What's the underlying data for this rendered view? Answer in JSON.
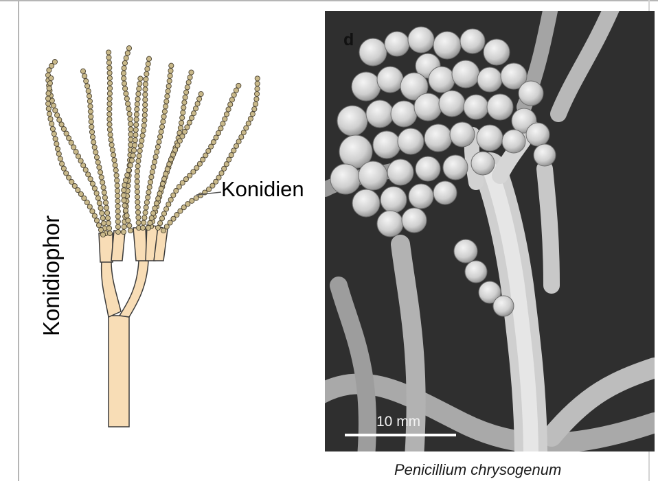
{
  "labels": {
    "conidia": "Konidien",
    "conidiophore": "Konidiophor"
  },
  "micrograph": {
    "panel_letter": "d",
    "scale_bar_label": "10 mm",
    "species_caption": "Penicillium chrysogenum"
  },
  "colors": {
    "stalk_fill": "#f8ddb6",
    "stalk_stroke": "#3a3a3a",
    "spore_fill": "#c9b98a",
    "spore_stroke": "#4a4232",
    "sem_background": "#2f2f2f",
    "sem_light": "#d8d8d8"
  }
}
